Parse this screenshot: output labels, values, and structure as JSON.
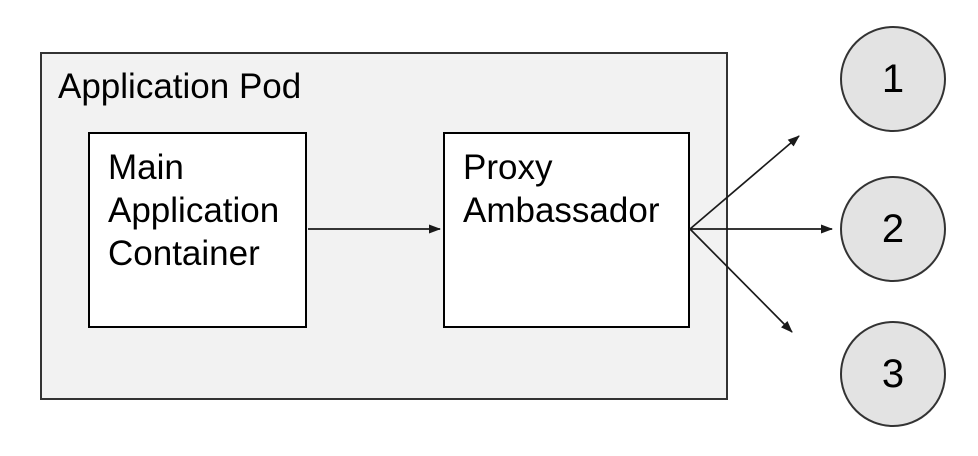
{
  "diagram": {
    "pod": {
      "label": "Application Pod"
    },
    "nodes": [
      {
        "id": "main-application-container",
        "label": "Main\nApplication\nContainer"
      },
      {
        "id": "proxy-ambassador",
        "label": "Proxy\nAmbassador"
      }
    ],
    "endpoints": [
      {
        "label": "1"
      },
      {
        "label": "2"
      },
      {
        "label": "3"
      }
    ],
    "connections": [
      {
        "from": "main-application-container",
        "to": "proxy-ambassador"
      },
      {
        "from": "proxy-ambassador",
        "to": "endpoint-1"
      },
      {
        "from": "proxy-ambassador",
        "to": "endpoint-2"
      },
      {
        "from": "proxy-ambassador",
        "to": "endpoint-3"
      }
    ],
    "colors": {
      "canvas_bg": "#ffffff",
      "pod_fill": "#f2f2f2",
      "pod_border": "#333333",
      "node_fill": "#ffffff",
      "node_border": "#000000",
      "circle_fill": "#e3e3e3",
      "circle_border": "#333333",
      "arrow_color": "#1a1a1a",
      "text_color": "#000000"
    }
  }
}
